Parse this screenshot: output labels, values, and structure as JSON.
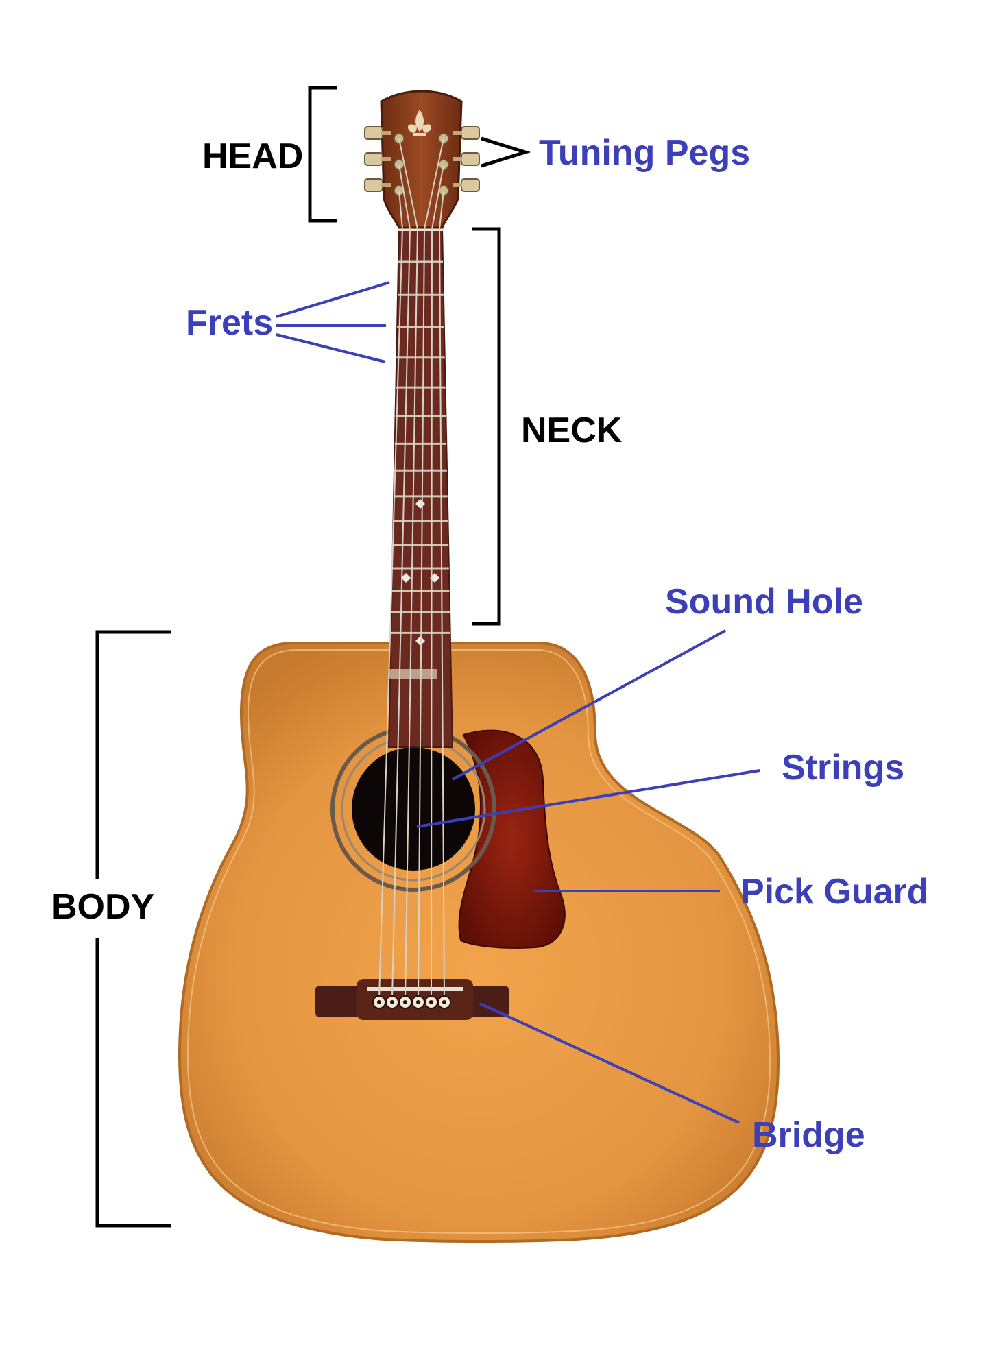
{
  "colors": {
    "background": "#ffffff",
    "section_label": "#000000",
    "part_label": "#3b3fb8",
    "leader_line": "#3b3fb8",
    "bracket": "#000000",
    "body_wood": "#e0963e",
    "body_wood_light": "#ef9f47",
    "fretboard": "#6b2a20",
    "pickguard": "#8a1a0c",
    "headstock": "#8a3c1c",
    "bridge": "#4a1e16",
    "sound_hole": "#0d0606"
  },
  "diagram": {
    "section_labels": {
      "head": "HEAD",
      "neck": "NECK",
      "body": "BODY"
    },
    "part_labels": {
      "tuning_pegs": "Tuning Pegs",
      "frets": "Frets",
      "sound_hole": "Sound Hole",
      "strings": "Strings",
      "pick_guard": "Pick Guard",
      "bridge": "Bridge"
    },
    "fretboard_marker_icons": [
      "diamond-inlay-icon",
      "diamond-inlay-icon",
      "diamond-inlay-icon",
      "diamond-inlay-icon"
    ],
    "headstock_logo_icon": "fleur-de-lis-icon"
  }
}
